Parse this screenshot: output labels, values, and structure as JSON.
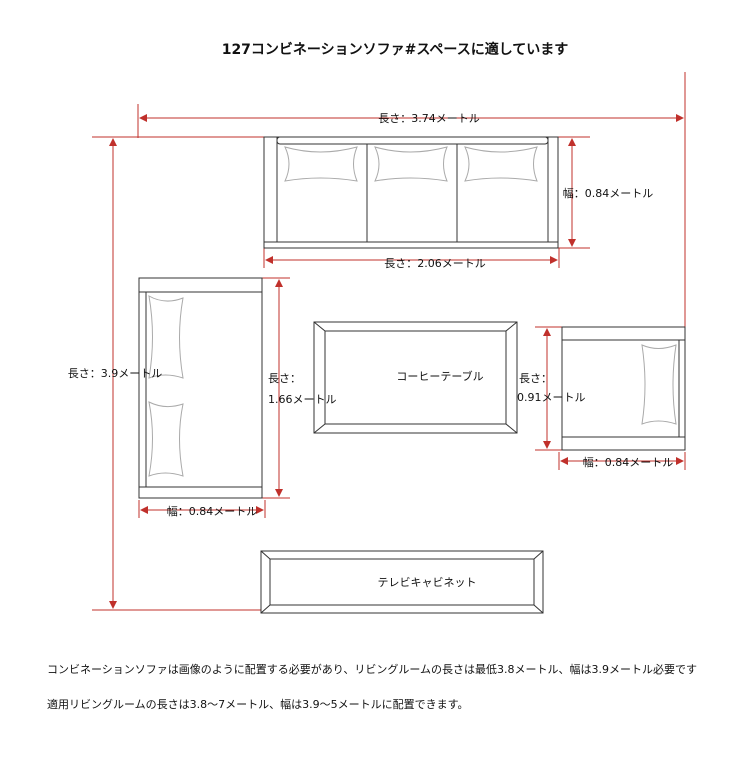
{
  "title": "127コンビネーションソファ#スペースに適しています",
  "dimensions": {
    "total_length": "長さ：3.74メートル",
    "total_height": "長さ：3.9メートル",
    "top_sofa_length": "長さ：2.06メートル",
    "top_sofa_width": "幅：0.84メートル",
    "left_sofa_length_1": "長さ：",
    "left_sofa_length_2": "1.66メートル",
    "left_sofa_width": "幅：0.84メートル",
    "right_chair_length_1": "長さ：",
    "right_chair_length_2": "0.91メートル",
    "right_chair_width": "幅：0.84メートル"
  },
  "labels": {
    "coffee_table": "コーヒーテーブル",
    "tv_cabinet": "テレビキャビネット"
  },
  "notes": {
    "line1": "コンビネーションソファは画像のように配置する必要があり、リビングルームの長さは最低3.8メートル、幅は3.9メートル必要です",
    "line2": "適用リビングルームの長さは3.8〜7メートル、幅は3.9〜5メートルに配置できます。"
  },
  "colors": {
    "dimension_red": "#c0302b",
    "outline": "#333333",
    "cushion": "#aaaaaa"
  }
}
